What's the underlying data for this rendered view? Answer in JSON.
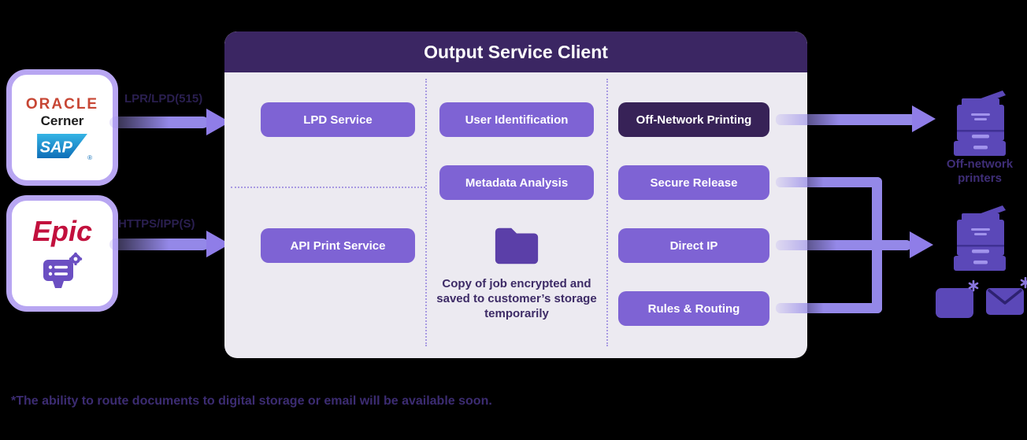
{
  "title": "Output Service Client",
  "sources": {
    "ehr1": {
      "oracle": "ORACLE",
      "cerner": "Cerner",
      "sap": "SAP",
      "sap_registered": "®",
      "protocol_label": "LPR/LPD(515)"
    },
    "ehr2": {
      "epic": "Epic",
      "protocol_label": "HTTPS/IPP(S)"
    }
  },
  "services": {
    "column1": {
      "lpd": "LPD Service",
      "api": "API Print Service"
    },
    "column2": {
      "user_identification": "User Identification",
      "metadata_analysis": "Metadata Analysis",
      "folder_caption": "Copy of job encrypted and saved to customer’s storage temporarily"
    },
    "column3": {
      "off_network": "Off-Network Printing",
      "secure_release": "Secure Release",
      "direct_ip": "Direct IP",
      "rules_routing": "Rules & Routing"
    }
  },
  "outputs": {
    "off_network_printers_label": "Off-network printers"
  },
  "footnote": "*The ability to route documents to digital storage or email will be available soon.",
  "colors": {
    "background": "#000000",
    "panel_bg": "#eceaf1",
    "title_bar": "#3b2663",
    "service_button": "#7e63d4",
    "service_button_dark": "#372257",
    "arrow_purple": "#9488e8",
    "source_border": "#b8a6f2",
    "oracle_red": "#c74634",
    "epic_red": "#c2103d",
    "sap_blue": "#0e6eb8",
    "icon_purple": "#5b48b8",
    "folder_purple": "#5b3fa8",
    "dark_text": "#3d2b66"
  }
}
